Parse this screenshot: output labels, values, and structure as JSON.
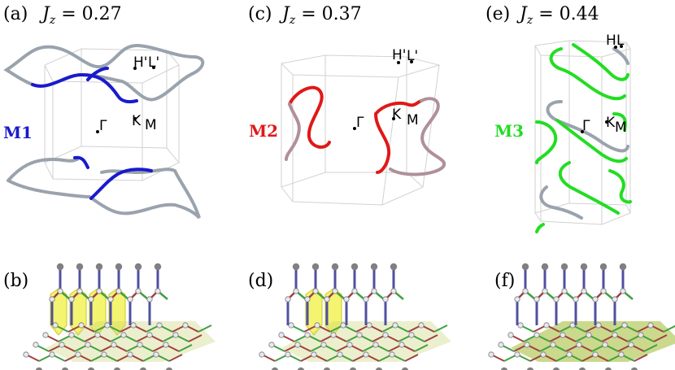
{
  "panels": [
    {
      "label": "(a)",
      "jz": "J",
      "jz_sub": "z",
      "jz_value": " = 0.27",
      "mode": "M1",
      "mode_color": "#1a1acc",
      "points": [
        "H'",
        "L'",
        "K",
        "M",
        "Γ"
      ]
    },
    {
      "label": "(c)",
      "jz": "J",
      "jz_sub": "z",
      "jz_value": " = 0.37",
      "mode": "M2",
      "mode_color": "#e01818",
      "points": [
        "H'",
        "L'",
        "K",
        "M",
        "Γ"
      ]
    },
    {
      "label": "(e)",
      "jz": "J",
      "jz_sub": "z",
      "jz_value": " = 0.44",
      "mode": "M3",
      "mode_color": "#22dd22",
      "points": [
        "H",
        "L",
        "K",
        "M",
        "Γ"
      ]
    },
    {
      "label": "(b)"
    },
    {
      "label": "(d)"
    },
    {
      "label": "(f)"
    }
  ],
  "colors": {
    "gray_curve": "#9aa3ad",
    "blue_curve": "#1a1acc",
    "red_curve": "#e01818",
    "green_curve": "#22dd22",
    "box_line": "#d2d2d2",
    "bond_blue": "#5050a0",
    "bond_red": "#a04040",
    "bond_green": "#40a040",
    "plaquette": "#f0f040",
    "atom": "#808080"
  }
}
